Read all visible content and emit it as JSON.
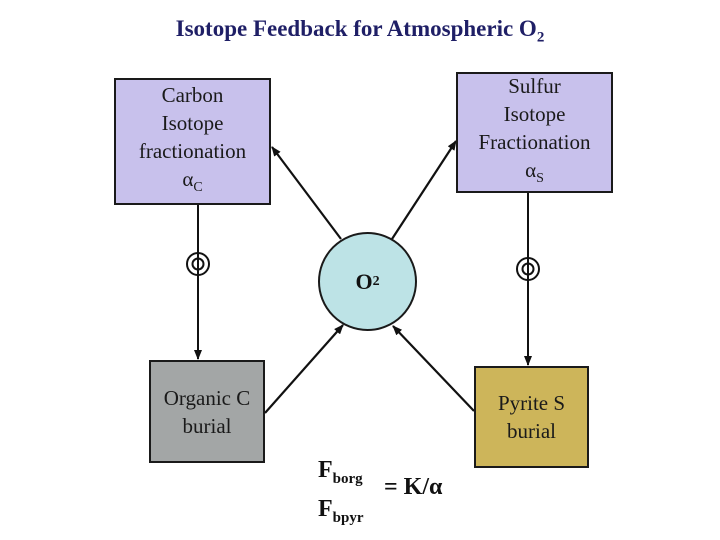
{
  "title": {
    "main": "Isotope Feedback for Atmospheric O",
    "subscript": "2"
  },
  "colors": {
    "title": "#1f1f66",
    "isotope_box_fill": "#c8c1ec",
    "organic_box_fill": "#a3a6a6",
    "pyrite_box_fill": "#cdb55a",
    "o2_fill": "#bde3e6"
  },
  "nodes": {
    "carbon": {
      "lines": [
        "Carbon",
        "Isotope",
        "fractionation"
      ],
      "symbol": "α",
      "symbol_sub": "C"
    },
    "sulfur": {
      "lines": [
        "Sulfur",
        "Isotope",
        "Fractionation"
      ],
      "symbol": "α",
      "symbol_sub": "S"
    },
    "o2": {
      "label": "O",
      "subscript": "2"
    },
    "organic": {
      "lines": [
        "Organic C",
        "burial"
      ]
    },
    "pyrite": {
      "lines": [
        "Pyrite S",
        "burial"
      ]
    }
  },
  "edges": [
    {
      "from": "o2",
      "to": "carbon",
      "type": "arrow"
    },
    {
      "from": "o2",
      "to": "sulfur",
      "type": "arrow"
    },
    {
      "from": "organic",
      "to": "o2",
      "type": "arrow"
    },
    {
      "from": "pyrite",
      "to": "o2",
      "type": "arrow"
    },
    {
      "from": "carbon",
      "to": "organic",
      "type": "arrow",
      "marker": "coupling-symbol"
    },
    {
      "from": "sulfur",
      "to": "pyrite",
      "type": "arrow",
      "marker": "coupling-symbol"
    }
  ],
  "formula": {
    "numerator": "F",
    "numerator_sub": "borg",
    "denominator": "F",
    "denominator_sub": "bpyr",
    "rhs": "= K/α"
  }
}
